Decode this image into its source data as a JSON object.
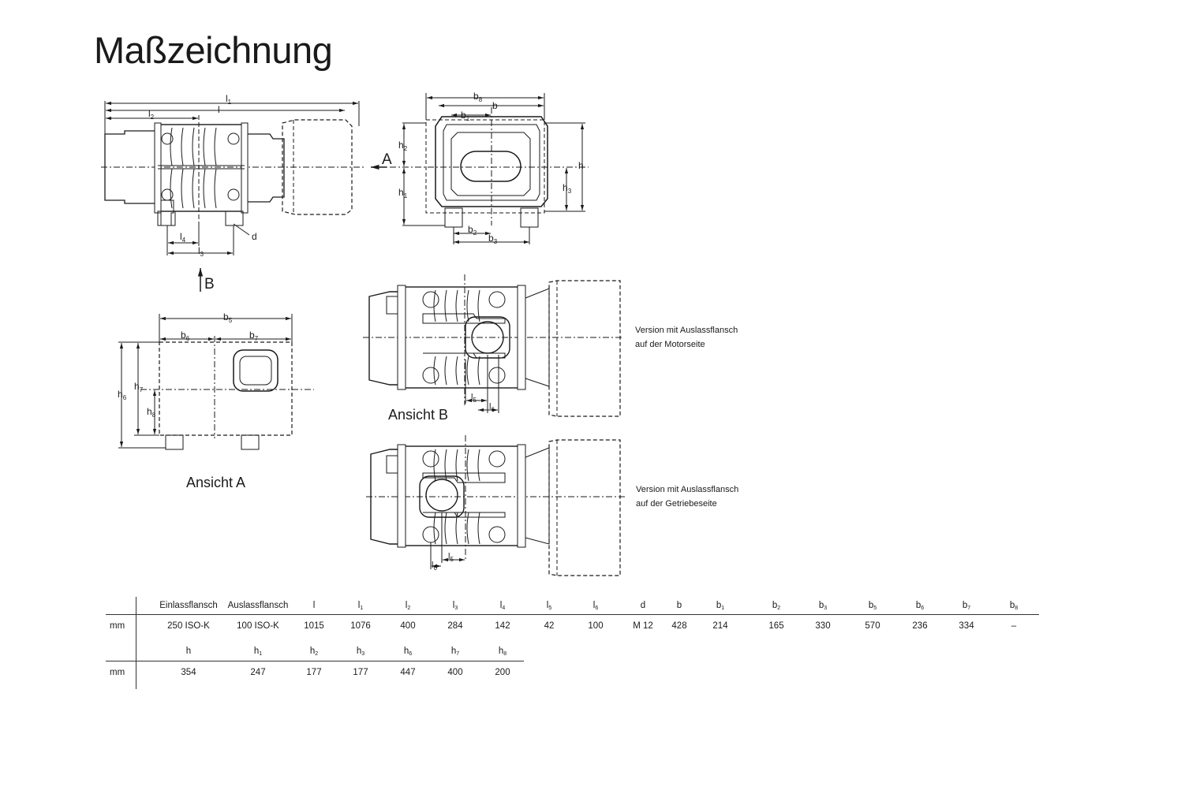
{
  "title": "Maßzeichnung",
  "dimension_labels": {
    "l1": "l1",
    "l": "l",
    "l2": "l2",
    "l3": "l3",
    "l4": "l4",
    "l5": "l5",
    "l6": "l6",
    "d": "d",
    "b": "b",
    "b1": "b1",
    "b2": "b2",
    "b3": "b3",
    "b5": "b5",
    "b6": "b6",
    "b7": "b7",
    "b8": "b8",
    "h": "h",
    "h1": "h1",
    "h2": "h2",
    "h3": "h3",
    "h6": "h6",
    "h7": "h7",
    "h8": "h8",
    "A": "A",
    "B": "B"
  },
  "views": {
    "view_a": "Ansicht A",
    "view_b": "Ansicht B"
  },
  "notes": {
    "motor_side": [
      "Version mit Auslassflansch",
      "auf der Motorseite"
    ],
    "gear_side": [
      "Version mit Auslassflansch",
      "auf der Getriebeseite"
    ]
  },
  "table": {
    "row1_headers": [
      {
        "base": "Einlassflansch",
        "sub": ""
      },
      {
        "base": "Auslassflansch",
        "sub": ""
      },
      {
        "base": "l",
        "sub": ""
      },
      {
        "base": "l",
        "sub": "1"
      },
      {
        "base": "l",
        "sub": "2"
      },
      {
        "base": "l",
        "sub": "3"
      },
      {
        "base": "l",
        "sub": "4"
      },
      {
        "base": "l",
        "sub": "5"
      },
      {
        "base": "l",
        "sub": "6"
      },
      {
        "base": "d",
        "sub": ""
      },
      {
        "base": "b",
        "sub": ""
      },
      {
        "base": "b",
        "sub": "1"
      },
      {
        "base": "b",
        "sub": "2"
      },
      {
        "base": "b",
        "sub": "3"
      },
      {
        "base": "b",
        "sub": "5"
      },
      {
        "base": "b",
        "sub": "6"
      },
      {
        "base": "b",
        "sub": "7"
      },
      {
        "base": "b",
        "sub": "8"
      }
    ],
    "row1_unit": "mm",
    "row1_values": [
      "250 ISO-K",
      "100 ISO-K",
      "1015",
      "1076",
      "400",
      "284",
      "142",
      "42",
      "100",
      "M 12",
      "428",
      "214",
      "165",
      "330",
      "570",
      "236",
      "334",
      "–"
    ],
    "row2_headers": [
      {
        "base": "h",
        "sub": ""
      },
      {
        "base": "h",
        "sub": "1"
      },
      {
        "base": "h",
        "sub": "2"
      },
      {
        "base": "h",
        "sub": "3"
      },
      {
        "base": "h",
        "sub": "6"
      },
      {
        "base": "h",
        "sub": "7"
      },
      {
        "base": "h",
        "sub": "8"
      }
    ],
    "row2_unit": "mm",
    "row2_values": [
      "354",
      "247",
      "177",
      "177",
      "447",
      "400",
      "200"
    ]
  }
}
